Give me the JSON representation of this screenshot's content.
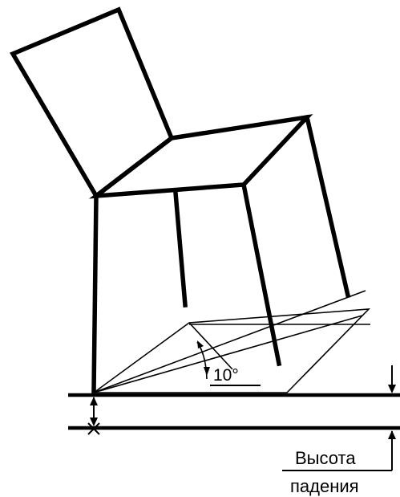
{
  "diagram": {
    "angle_label": "10°",
    "height_label_line1": "Высота",
    "height_label_line2": "падения"
  },
  "colors": {
    "ink": "#000000",
    "background": "#ffffff"
  }
}
